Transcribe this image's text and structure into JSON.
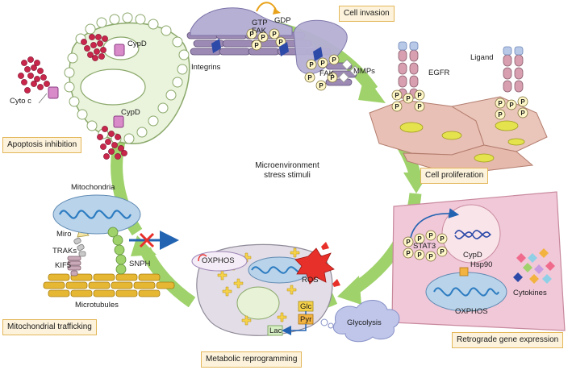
{
  "stages": {
    "cell_invasion": "Cell invasion",
    "cell_proliferation": "Cell proliferation",
    "retrograde_gene_expression": "Retrograde gene expression",
    "metabolic_reprogramming": "Metabolic reprogramming",
    "mitochondrial_trafficking": "Mitochondrial trafficking",
    "apoptosis_inhibition": "Apoptosis inhibition"
  },
  "center": {
    "line1": "Microenvironment",
    "line2": "stress stimuli"
  },
  "labels": {
    "gtp": "GTP",
    "gdp": "GDP",
    "fak": "FAK",
    "integrins": "Integrins",
    "mmps": "MMPs",
    "egfr": "EGFR",
    "ligand": "Ligand",
    "stat3": "STAT3",
    "cypd": "CypD",
    "hsp90": "Hsp90",
    "oxphos": "OXPHOS",
    "cytokines": "Cytokines",
    "ros": "ROS",
    "glc": "Glc",
    "pyr": "Pyr",
    "lac": "Lac",
    "glycolysis": "Glycolysis",
    "mitochondria": "Mitochondria",
    "miro": "Miro",
    "traks": "TRAKs",
    "kif5": "KIF5",
    "snph": "SNPH",
    "microtubules": "Microtubules",
    "cyto_c": "Cyto c",
    "phospho": "P"
  },
  "colors": {
    "cycle_arrow": "#9fd26b",
    "label_box_fill": "#fdf3dc",
    "label_box_border": "#e3b75a",
    "cell_fill": "#e9c0b5",
    "nucleus_fill": "#e4e34e",
    "mitochondrion_fill": "#b9d3ea",
    "mitochondrion_crista": "#2c7cc1",
    "microtubule_fill": "#e6b733",
    "ros_fill": "#e8302a",
    "cyto_c_fill": "#c8264a",
    "inhibition_x": "#e8302a",
    "transport_arrow": "#2364b2",
    "glycolysis_cloud": "#bfc6ea"
  }
}
